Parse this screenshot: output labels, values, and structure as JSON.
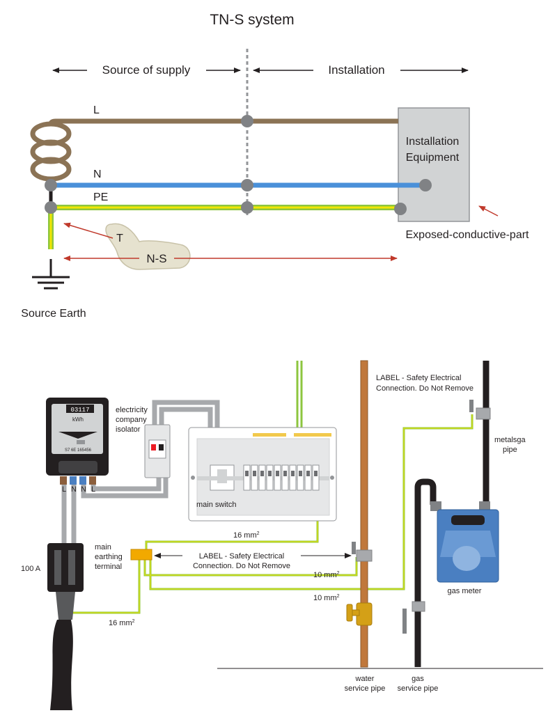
{
  "title": "TN-S system",
  "top": {
    "source_of_supply": "Source of supply",
    "installation": "Installation",
    "conductor_L": "L",
    "conductor_N": "N",
    "conductor_PE": "PE",
    "equipment_label": [
      "Installation",
      "Equipment"
    ],
    "exposed_part": "Exposed-conductive-part",
    "T_label": "T",
    "NS_label": "N-S",
    "source_earth": "Source Earth"
  },
  "bottom": {
    "meter_digits": "03117",
    "meter_unit": "kWh",
    "meter_serial": "S7 6E 165456",
    "terminals": [
      "L",
      "N",
      "N",
      "L"
    ],
    "isolator_label": [
      "electricity",
      "company",
      "isolator"
    ],
    "main_switch": "main switch",
    "fuse_rating": "100 A",
    "met_label": [
      "main",
      "earthing",
      "terminal"
    ],
    "center_label": [
      "LABEL - Safety Electrical",
      "Connection. Do Not Remove"
    ],
    "top_label": [
      "LABEL - Safety Electrical",
      "Connection. Do Not Remove"
    ],
    "size_16_top": "16 mm",
    "size_10_water": "10 mm",
    "size_10_gas": "10 mm",
    "size_16_bottom": "16 mm",
    "superscript": "2",
    "metal_gas_pipe": [
      "metalsga",
      "pipe"
    ],
    "gas_meter": "gas meter",
    "water_pipe": [
      "water",
      "service pipe"
    ],
    "gas_pipe": [
      "gas",
      "service pipe"
    ]
  },
  "colors": {
    "line": "#8b7355",
    "neutral": "#4a90d9",
    "earth_green": "#8dc63f",
    "earth_yellow": "#f2e600",
    "node_grey": "#808285",
    "arrow_red": "#c0392b",
    "copper": "#c0783c",
    "gas_meter_blue": "#4a7fc1"
  }
}
